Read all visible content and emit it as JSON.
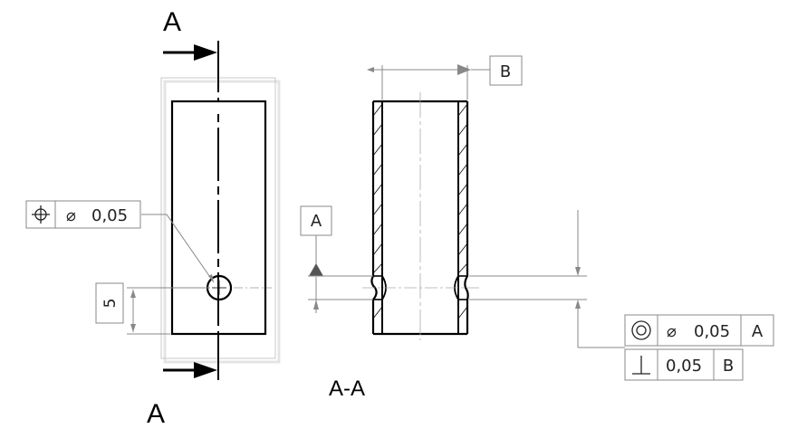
{
  "drawing": {
    "section_marker_top": "A",
    "section_marker_bottom": "A",
    "section_view_label": "A-A",
    "datum_a": "A",
    "datum_b": "B"
  },
  "position_callout": {
    "symbol_icon": "position-icon",
    "diameter_symbol": "⌀",
    "tolerance": "0,05"
  },
  "hole_dimension": {
    "value": "5"
  },
  "concentricity_callout": {
    "symbol_icon": "concentricity-icon",
    "diameter_symbol": "⌀",
    "tolerance": "0,05",
    "datum": "A"
  },
  "perpendicularity_callout": {
    "symbol_icon": "perpendicularity-icon",
    "tolerance": "0,05",
    "datum": "B"
  },
  "colors": {
    "line": "#000000",
    "frame": "#888888",
    "view_box": "#c8c8c8"
  }
}
